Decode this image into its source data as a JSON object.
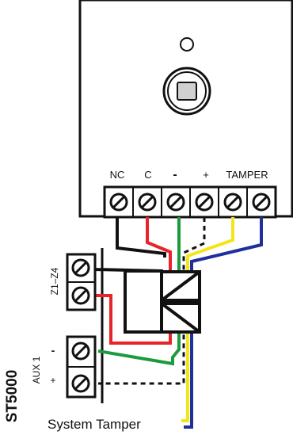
{
  "detector": {
    "terminal_labels": [
      "NC",
      "C",
      "-",
      "+",
      "TAMPER"
    ]
  },
  "panel": {
    "zone_label": "Z1–Z4",
    "aux_label": "AUX 1",
    "aux_minus": "-",
    "aux_plus": "+",
    "model": "ST5000"
  },
  "footer": {
    "system_tamper": "System Tamper"
  },
  "colors": {
    "wire_black": "#111111",
    "wire_red": "#e8232a",
    "wire_green": "#1a9b3c",
    "wire_yellow": "#f2e51a",
    "wire_blue": "#1f2f9b",
    "wire_dotted": "#111111",
    "lens_fill": "#d0d0d0"
  }
}
